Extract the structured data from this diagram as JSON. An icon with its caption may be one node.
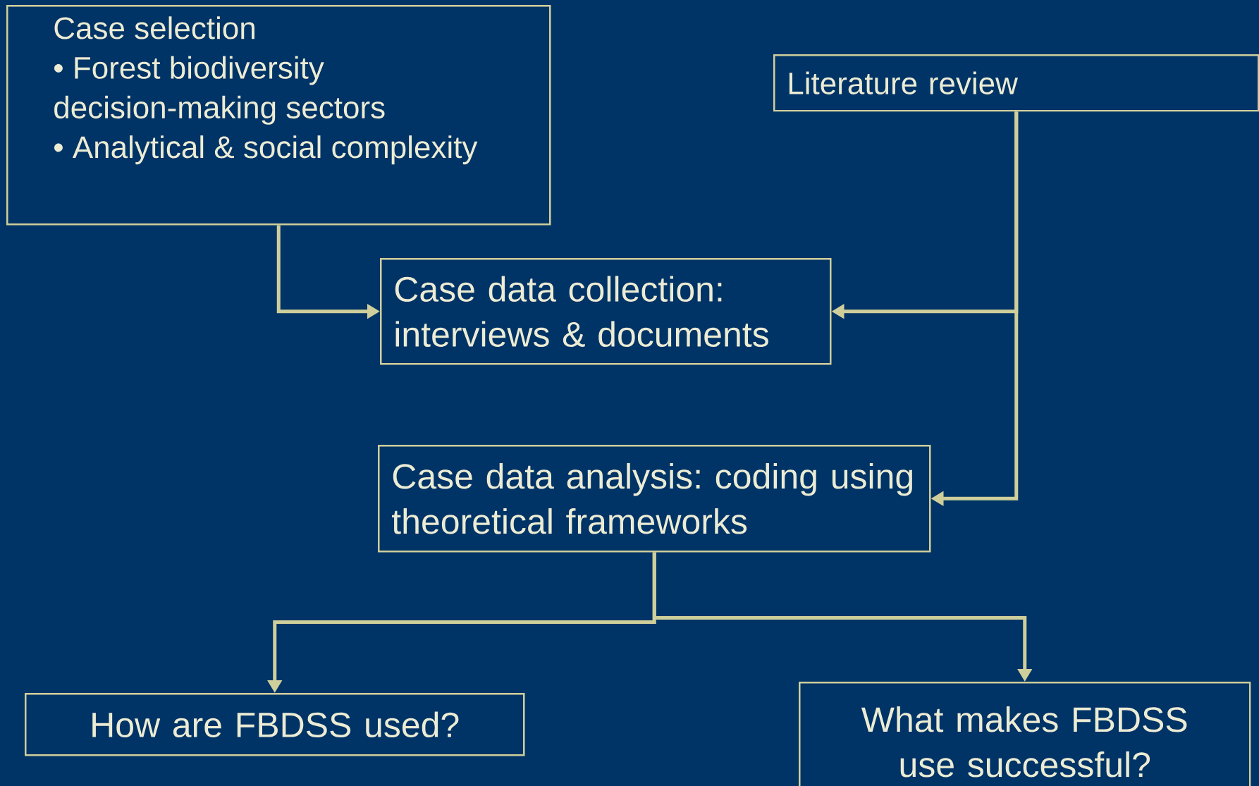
{
  "diagram": {
    "nodes": [
      {
        "text": [
          "Case selection",
          "• Forest biodiversity decision-making sectors",
          "• Analytical & social complexity"
        ]
      },
      {
        "text": [
          "Literature review"
        ]
      },
      {
        "text": [
          "Case data collection: interviews & documents"
        ]
      },
      {
        "text": [
          "Case data analysis: coding using theoretical frameworks"
        ]
      },
      {
        "text": [
          "How are FBDSS used?"
        ]
      },
      {
        "text": [
          "What makes FBDSS use successful?"
        ]
      }
    ],
    "edges": [
      {
        "from": 0,
        "to": 2,
        "arrow": "to"
      },
      {
        "from": 1,
        "to": 2,
        "arrow": "to"
      },
      {
        "from": 1,
        "to": 3,
        "arrow": "to"
      },
      {
        "from": 3,
        "to": 4,
        "arrow": "to"
      },
      {
        "from": 3,
        "to": 5,
        "arrow": "to"
      }
    ]
  }
}
